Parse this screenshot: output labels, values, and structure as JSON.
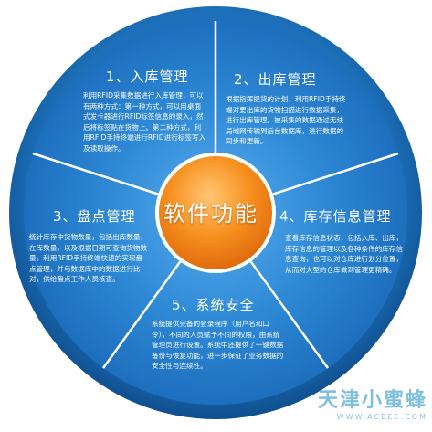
{
  "center": {
    "title": "软件功能"
  },
  "segments": [
    {
      "title": "1、入库管理",
      "text": "利用RFID采集数据进行入库管理，可以有两种方式：第一种方式，可以用桌面式发卡器进行RFID标签信息的录入，然后将标签贴在货物上。第二种方式，利用RFID手持终端进行RFID进行标签写入及读取操作。"
    },
    {
      "title": "2、出库管理",
      "text": "根据指挥提货的计划，利用RFID手持终端对要出库的货物扫描进行数据采集，进行出库管理。被采集的数据通过无线局域网传输到后台数据库，进行数据的同步和更新。"
    },
    {
      "title": "4、库存信息管理",
      "text": "查看库存信息状态，包括入库、出库，库存信息的管理以及各种条件的库存信息查询，也可以对仓库进行划分位置，从而对大型的仓库做到管理更精确。"
    },
    {
      "title": "5、系统安全",
      "text": "系统提供完备的登录程序（用户名和口令），不同的人员赋予不同的权限，由系统管理员进行设置。系统中还提供了一键数据备份与恢复功能，进一步保证了业务数据的安全性与连续性。"
    },
    {
      "title": "3、盘点管理",
      "text": "统计库存中货物数量，包括出库数量，在库数量，以及根据日期可查询货物数量。利用RFID手持终端快速的实现盘点管理，并与数据库中的数据进行比对，供给盘点工作人员核查。"
    }
  ],
  "watermark": {
    "name": "天津小蜜蜂",
    "url": "WWW.ACBEE.COM"
  },
  "colors": {
    "ring": "#1764a8",
    "segment": "#2a86d2",
    "segment_light": "#4ba6ea",
    "center": "#f07c18",
    "center_light": "#ffc070",
    "divider": "#ffffff"
  }
}
